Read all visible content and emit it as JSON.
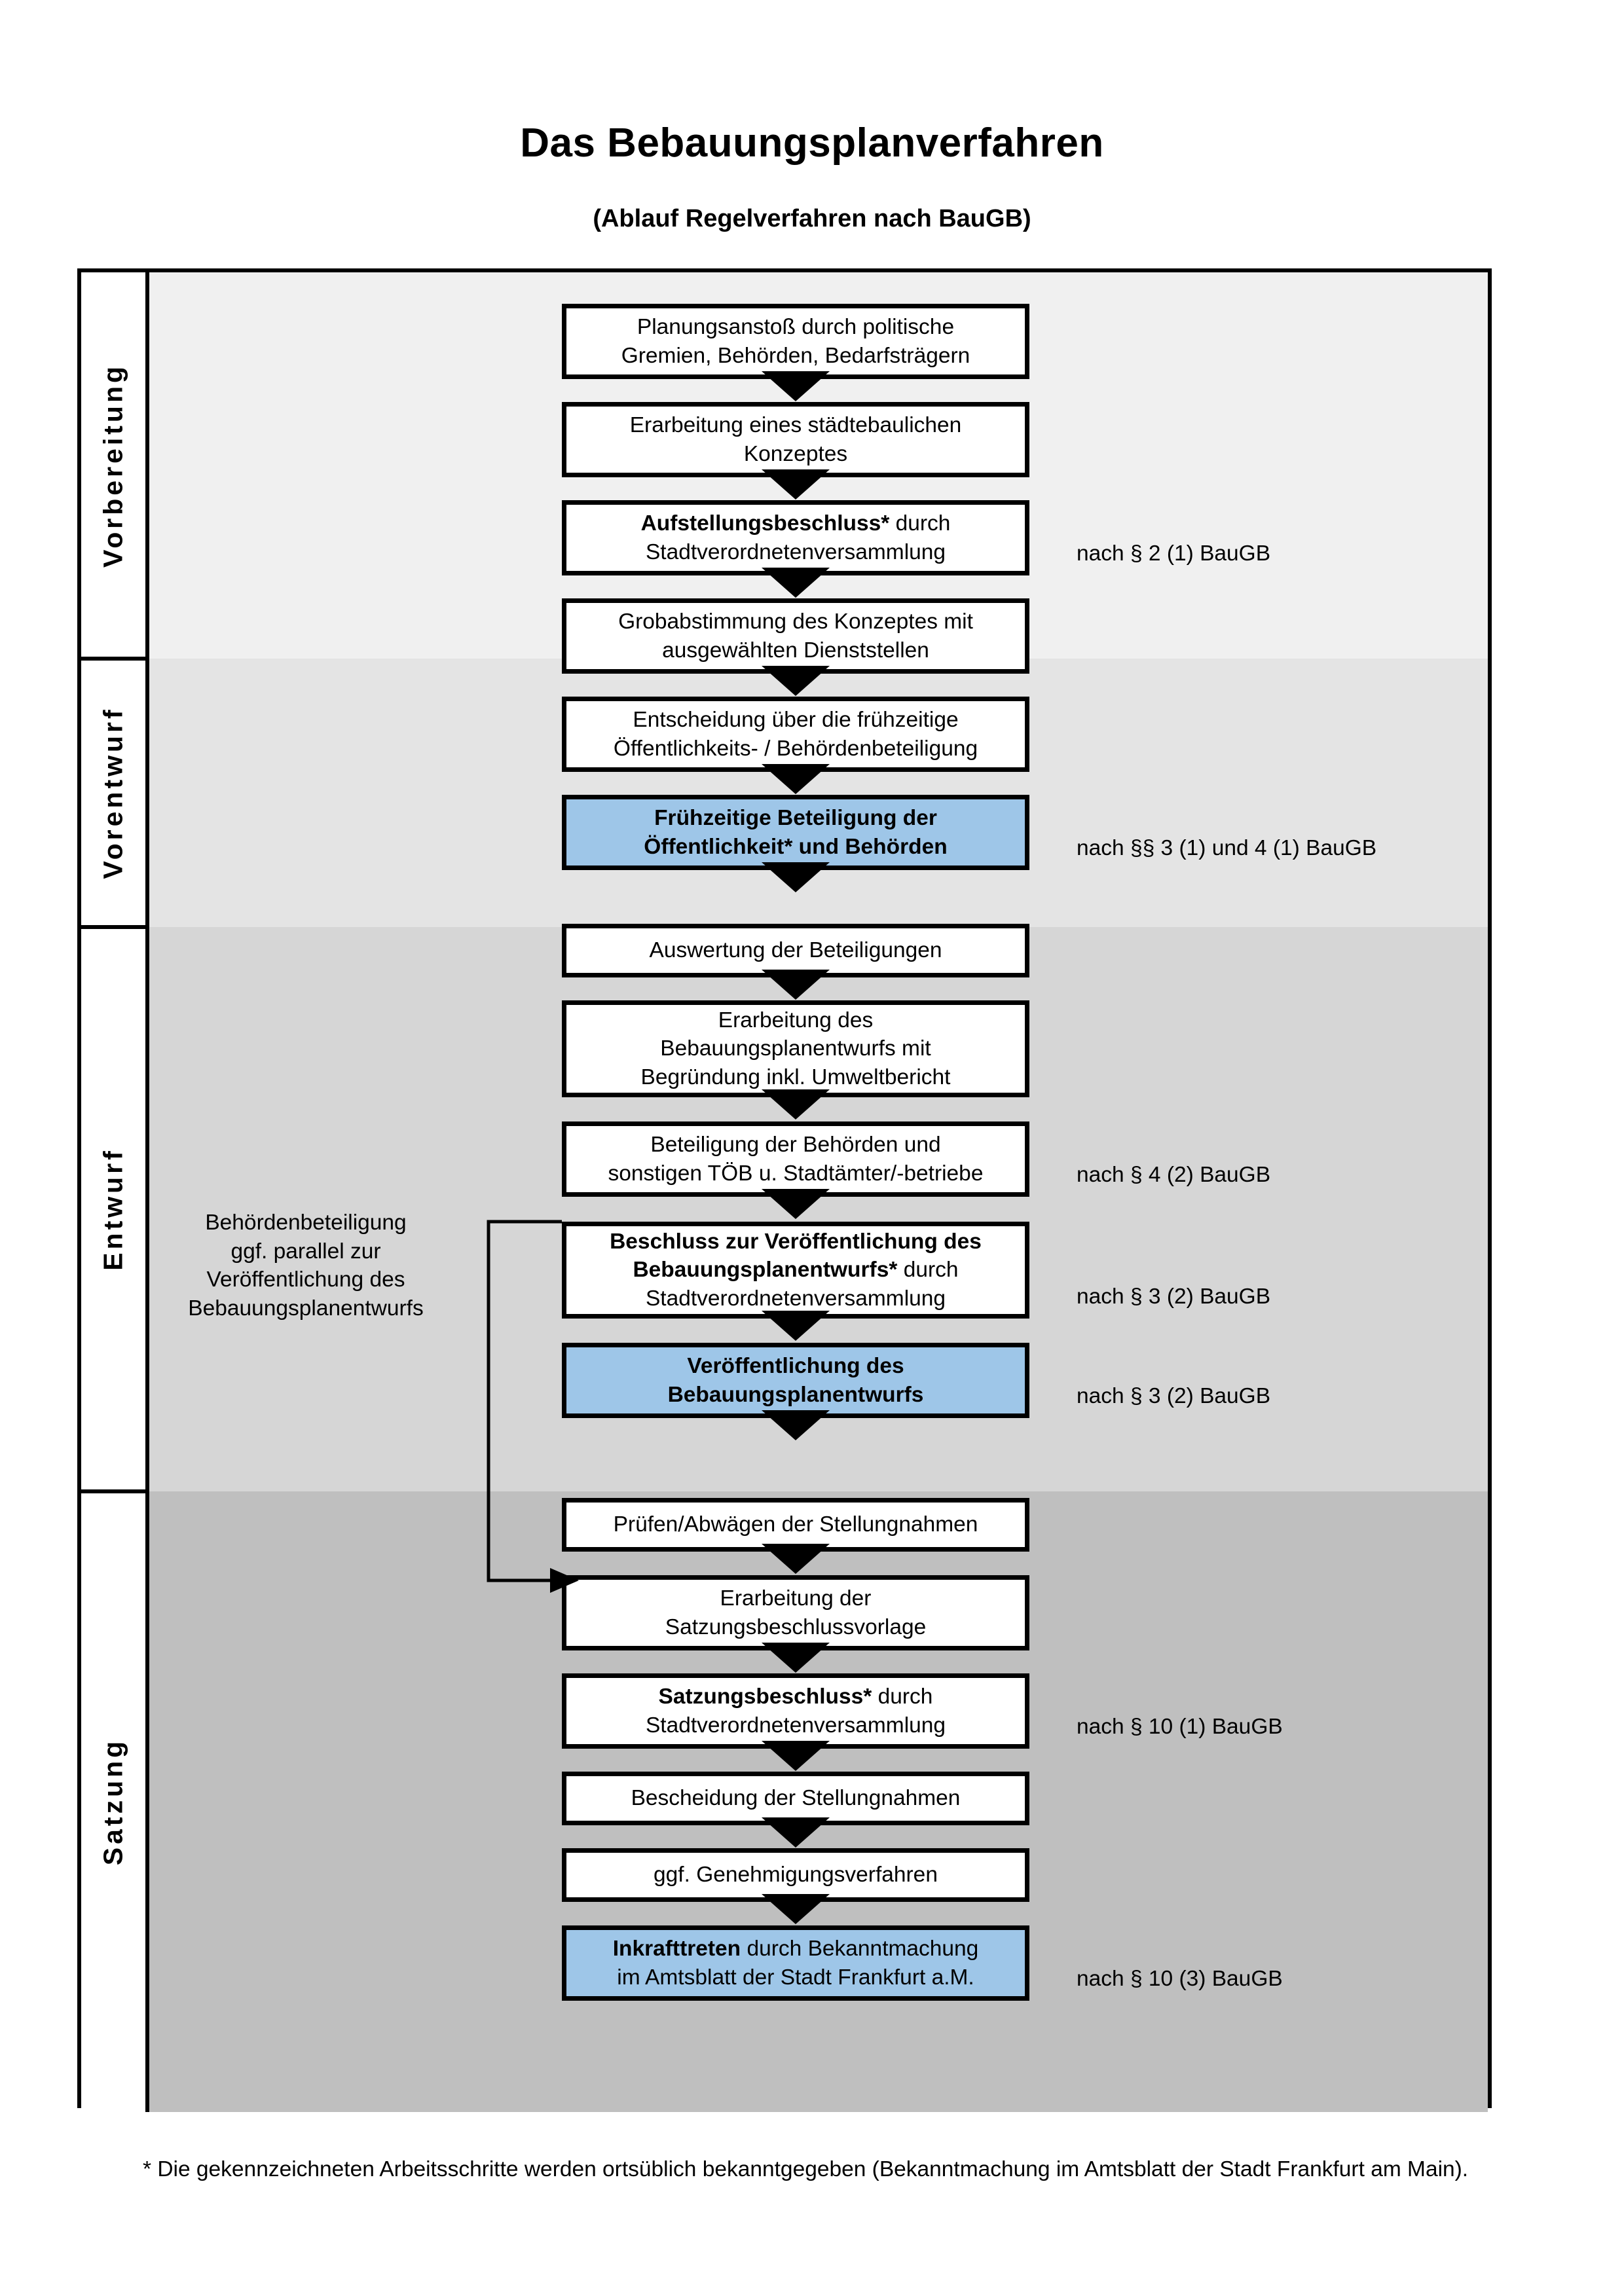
{
  "header": {
    "title": "Das Bebauungsplanverfahren",
    "subtitle": "(Ablauf Regelverfahren nach BauGB)"
  },
  "colors": {
    "highlight_blue": "#9EC6E8",
    "band_vorbereitung": "#F0F0F0",
    "band_vorentwurf": "#E4E4E4",
    "band_entwurf": "#D6D6D6",
    "band_satzung": "#BFBFBF",
    "box_border": "#000000",
    "box_fill": "#FFFFFF"
  },
  "phases": [
    {
      "label": "Vorbereitung"
    },
    {
      "label": "Vorentwurf"
    },
    {
      "label": "Entwurf"
    },
    {
      "label": "Satzung"
    }
  ],
  "steps": [
    {
      "id": "planungsanstoss",
      "phase": "Vorbereitung",
      "lines": [
        "Planungsanstoß durch politische",
        "Gremien, Behörden, Bedarfsträgern"
      ],
      "highlight": false,
      "bold_prefix": ""
    },
    {
      "id": "staedtebauliches-konzept",
      "phase": "Vorbereitung",
      "lines": [
        "Erarbeitung eines städtebaulichen",
        "Konzeptes"
      ],
      "highlight": false,
      "bold_prefix": ""
    },
    {
      "id": "aufstellungsbeschluss",
      "phase": "Vorbereitung",
      "lines": [
        "Aufstellungsbeschluss* durch",
        "Stadtverordnetenversammlung"
      ],
      "highlight": false,
      "bold_prefix": "Aufstellungsbeschluss*"
    },
    {
      "id": "grobabstimmung",
      "phase": "Vorentwurf",
      "lines": [
        "Grobabstimmung des Konzeptes mit",
        "ausgewählten Dienststellen"
      ],
      "highlight": false,
      "bold_prefix": ""
    },
    {
      "id": "entscheidung-fruehzeitige",
      "phase": "Vorentwurf",
      "lines": [
        "Entscheidung über die frühzeitige",
        "Öffentlichkeits- / Behördenbeteiligung"
      ],
      "highlight": false,
      "bold_prefix": ""
    },
    {
      "id": "fruehzeitige-beteiligung",
      "phase": "Vorentwurf",
      "lines": [
        "Frühzeitige Beteiligung der",
        "Öffentlichkeit* und Behörden"
      ],
      "highlight": true,
      "bold_prefix": "ALL"
    },
    {
      "id": "auswertung-beteiligungen",
      "phase": "Entwurf",
      "lines": [
        "Auswertung der Beteiligungen"
      ],
      "highlight": false,
      "bold_prefix": ""
    },
    {
      "id": "erarbeitung-entwurf",
      "phase": "Entwurf",
      "lines": [
        "Erarbeitung des",
        "Bebauungsplanentwurfs mit",
        "Begründung inkl. Umweltbericht"
      ],
      "highlight": false,
      "bold_prefix": ""
    },
    {
      "id": "beteiligung-behoerden",
      "phase": "Entwurf",
      "lines": [
        "Beteiligung der Behörden und",
        "sonstigen TÖB u. Stadtämter/-betriebe"
      ],
      "highlight": false,
      "bold_prefix": ""
    },
    {
      "id": "beschluss-veroeffentlichung",
      "phase": "Entwurf",
      "lines": [
        "Beschluss zur Veröffentlichung des",
        "Bebauungsplanentwurfs* durch",
        "Stadtverordnetenversammlung"
      ],
      "highlight": false,
      "bold_prefix": "Beschluss zur Veröffentlichung des Bebauungsplanentwurfs*"
    },
    {
      "id": "veroeffentlichung-entwurf",
      "phase": "Entwurf",
      "lines": [
        "Veröffentlichung des",
        "Bebauungsplanentwurfs"
      ],
      "highlight": true,
      "bold_prefix": "ALL"
    },
    {
      "id": "pruefen-abwaegen",
      "phase": "Satzung",
      "lines": [
        "Prüfen/Abwägen der Stellungnahmen"
      ],
      "highlight": false,
      "bold_prefix": ""
    },
    {
      "id": "erarbeitung-satzungsvorlage",
      "phase": "Satzung",
      "lines": [
        "Erarbeitung der",
        "Satzungsbeschlussvorlage"
      ],
      "highlight": false,
      "bold_prefix": ""
    },
    {
      "id": "satzungsbeschluss",
      "phase": "Satzung",
      "lines": [
        "Satzungsbeschluss* durch",
        "Stadtverordnetenversammlung"
      ],
      "highlight": false,
      "bold_prefix": "Satzungsbeschluss*"
    },
    {
      "id": "bescheidung-stellungnahmen",
      "phase": "Satzung",
      "lines": [
        "Bescheidung der Stellungnahmen"
      ],
      "highlight": false,
      "bold_prefix": ""
    },
    {
      "id": "genehmigungsverfahren",
      "phase": "Satzung",
      "lines": [
        "ggf. Genehmigungsverfahren"
      ],
      "highlight": false,
      "bold_prefix": ""
    },
    {
      "id": "inkrafttreten",
      "phase": "Satzung",
      "lines": [
        "Inkrafttreten durch Bekanntmachung",
        "im Amtsblatt der Stadt Frankfurt a.M."
      ],
      "highlight": true,
      "bold_prefix": "Inkrafttreten"
    }
  ],
  "legal_refs": [
    {
      "id": "ref-aufstellungsbeschluss",
      "text": "nach § 2 (1) BauGB"
    },
    {
      "id": "ref-fruehzeitige-beteiligung",
      "text": "nach §§ 3 (1) und 4 (1) BauGB"
    },
    {
      "id": "ref-beteiligung-behoerden",
      "text": "nach § 4 (2) BauGB"
    },
    {
      "id": "ref-beschluss-veroeffentlichung",
      "text": "nach § 3 (2) BauGB"
    },
    {
      "id": "ref-veroeffentlichung-entwurf",
      "text": "nach § 3 (2) BauGB"
    },
    {
      "id": "ref-satzungsbeschluss",
      "text": "nach § 10 (1) BauGB"
    },
    {
      "id": "ref-inkrafttreten",
      "text": "nach § 10 (3) BauGB"
    }
  ],
  "side_note": {
    "lines": [
      "Behördenbeteiligung",
      "ggf. parallel zur",
      "Veröffentlichung des",
      "Bebauungsplanentwurfs"
    ]
  },
  "footnote": {
    "text": "* Die gekennzeichneten Arbeitsschritte werden ortsüblich bekanntgegeben (Bekanntmachung im Amtsblatt  der Stadt Frankfurt am Main)."
  }
}
